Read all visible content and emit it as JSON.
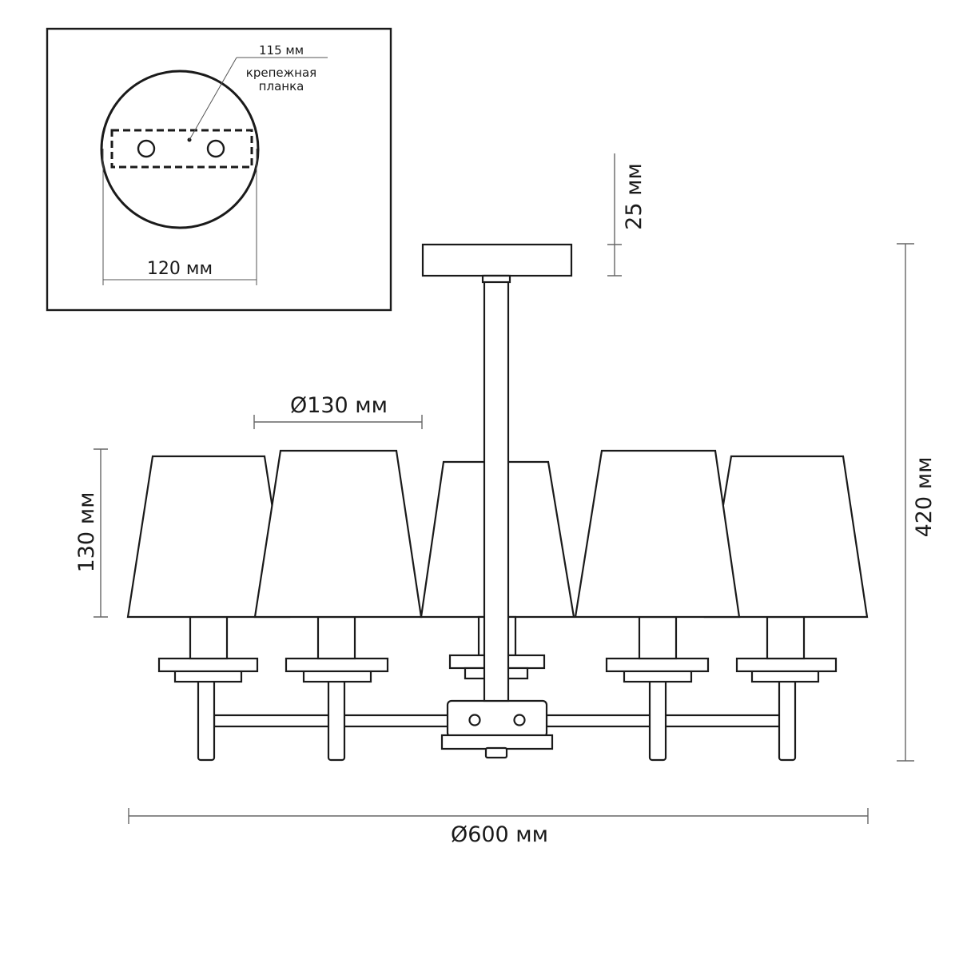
{
  "inset": {
    "width_label": "115 мм",
    "plate_label_line1": "крепежная",
    "plate_label_line2": "планка",
    "diameter_label": "120 мм"
  },
  "dimensions": {
    "canopy_height": "25 мм",
    "shade_diameter": "Ø130 мм",
    "shade_height": "130 мм",
    "total_height": "420 мм",
    "total_diameter": "Ø600 мм"
  },
  "product": {
    "shade_count": 5,
    "arm_count": 4
  },
  "colors": {
    "line": "#1a1a1a",
    "dimension_line": "#666666",
    "background": "#ffffff"
  }
}
